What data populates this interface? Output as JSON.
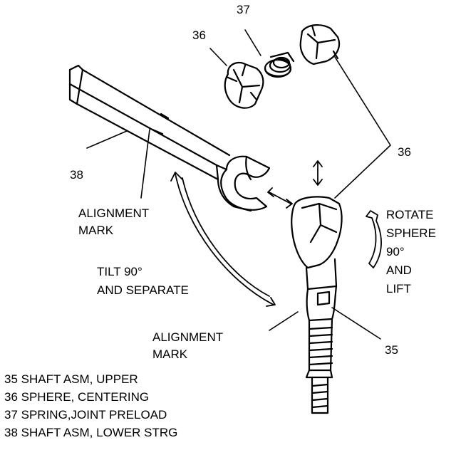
{
  "callouts": {
    "c37": "37",
    "c36_top": "36",
    "c36_right": "36",
    "c38": "38",
    "c35": "35"
  },
  "labels": {
    "alignment_upper_1": "ALIGNMENT",
    "alignment_upper_2": "MARK",
    "tilt_1": "TILT 90°",
    "tilt_2": "AND SEPARATE",
    "rotate_1": "ROTATE",
    "rotate_2": "SPHERE",
    "rotate_3": "90°",
    "rotate_4": "AND",
    "rotate_5": "LIFT",
    "alignment_lower_1": "ALIGNMENT",
    "alignment_lower_2": "MARK"
  },
  "legend": [
    "35 SHAFT ASM, UPPER",
    "36 SPHERE, CENTERING",
    "37 SPRING,JOINT PRELOAD",
    "38 SHAFT ASM, LOWER STRG"
  ],
  "colors": {
    "ink": "#000000",
    "paper": "#ffffff"
  }
}
